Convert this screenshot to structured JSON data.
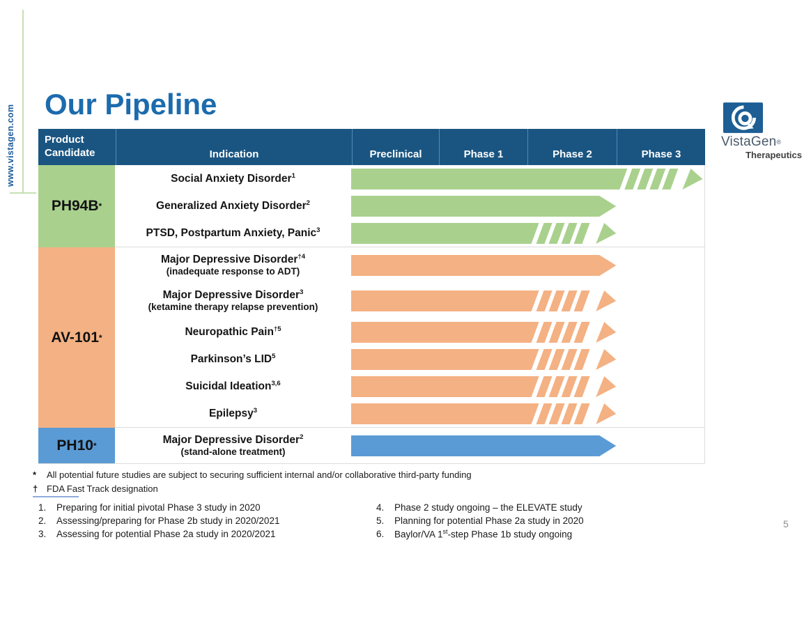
{
  "page": {
    "title": "Our Pipeline",
    "website": "www.vistagen.com",
    "page_number": "5"
  },
  "logo": {
    "name": "VistaGen",
    "registered": "®",
    "tagline": "Therapeutics"
  },
  "colors": {
    "header_bg": "#1A5581",
    "header_divider": "#4E8BBD",
    "title_blue": "#1C6BAD",
    "green": "#A9D18D",
    "orange": "#F4B183",
    "blue": "#5B9BD5",
    "accent_line": "#C5E0B4"
  },
  "table": {
    "header": {
      "candidate_line1": "Product",
      "candidate_line2": "Candidate",
      "indication": "Indication",
      "phases": [
        "Preclinical",
        "Phase 1",
        "Phase 2",
        "Phase 3"
      ]
    },
    "groups": [
      {
        "candidate": "PH94B",
        "sup": "*",
        "color": "#A9D18D",
        "rows": [
          {
            "indication": "Social Anxiety Disorder",
            "sup": "1",
            "subtext": "",
            "solid_end": 0.76,
            "end": 0.995,
            "hatched": true
          },
          {
            "indication": "Generalized Anxiety Disorder",
            "sup": "2",
            "subtext": "",
            "solid_end": 0.75,
            "end": 0.75,
            "hatched": false
          },
          {
            "indication": "PTSD, Postpartum Anxiety, Panic",
            "sup": "3",
            "subtext": "",
            "solid_end": 0.51,
            "end": 0.75,
            "hatched": true
          }
        ]
      },
      {
        "candidate": "AV-101",
        "sup": "*",
        "color": "#F4B183",
        "rows": [
          {
            "indication": "Major Depressive Disorder",
            "sup": "†4",
            "subtext": "(inadequate response to ADT)",
            "solid_end": 0.75,
            "end": 0.75,
            "hatched": false
          },
          {
            "indication": "Major Depressive Disorder",
            "sup": "3",
            "subtext": "(ketamine therapy relapse prevention)",
            "solid_end": 0.51,
            "end": 0.75,
            "hatched": true
          },
          {
            "indication": "Neuropathic Pain",
            "sup": "†5",
            "subtext": "",
            "solid_end": 0.51,
            "end": 0.75,
            "hatched": true
          },
          {
            "indication": "Parkinson’s LID",
            "sup": "5",
            "subtext": "",
            "solid_end": 0.51,
            "end": 0.75,
            "hatched": true
          },
          {
            "indication": "Suicidal Ideation",
            "sup": "3,6",
            "subtext": "",
            "solid_end": 0.51,
            "end": 0.75,
            "hatched": true
          },
          {
            "indication": "Epilepsy",
            "sup": "3",
            "subtext": "",
            "solid_end": 0.51,
            "end": 0.75,
            "hatched": true
          }
        ]
      },
      {
        "candidate": "PH10",
        "sup": "*",
        "color": "#5B9BD5",
        "rows": [
          {
            "indication": "Major Depressive Disorder",
            "sup": "2",
            "subtext": "(stand-alone treatment)",
            "solid_end": 0.75,
            "end": 0.75,
            "hatched": false
          }
        ]
      }
    ]
  },
  "chart_data": {
    "type": "gantt",
    "phases": [
      "Preclinical",
      "Phase 1",
      "Phase 2",
      "Phase 3"
    ],
    "bars": [
      {
        "group": "PH94B",
        "label": "Social Anxiety Disorder",
        "solid_through": "Phase 2",
        "planned_through": "Phase 3"
      },
      {
        "group": "PH94B",
        "label": "Generalized Anxiety Disorder",
        "solid_through": "Phase 2",
        "planned_through": null
      },
      {
        "group": "PH94B",
        "label": "PTSD, Postpartum Anxiety, Panic",
        "solid_through": "Phase 1",
        "planned_through": "Phase 2"
      },
      {
        "group": "AV-101",
        "label": "Major Depressive Disorder (inadequate response to ADT)",
        "solid_through": "Phase 2",
        "planned_through": null
      },
      {
        "group": "AV-101",
        "label": "Major Depressive Disorder (ketamine therapy relapse prevention)",
        "solid_through": "Phase 1",
        "planned_through": "Phase 2"
      },
      {
        "group": "AV-101",
        "label": "Neuropathic Pain",
        "solid_through": "Phase 1",
        "planned_through": "Phase 2"
      },
      {
        "group": "AV-101",
        "label": "Parkinson’s LID",
        "solid_through": "Phase 1",
        "planned_through": "Phase 2"
      },
      {
        "group": "AV-101",
        "label": "Suicidal Ideation",
        "solid_through": "Phase 1",
        "planned_through": "Phase 2"
      },
      {
        "group": "AV-101",
        "label": "Epilepsy",
        "solid_through": "Phase 1",
        "planned_through": "Phase 2"
      },
      {
        "group": "PH10",
        "label": "Major Depressive Disorder (stand-alone treatment)",
        "solid_through": "Phase 2",
        "planned_through": null
      }
    ]
  },
  "footnotes": {
    "symbol_notes": [
      {
        "symbol": "*",
        "text": "All potential future studies are subject to securing sufficient internal and/or collaborative third-party funding"
      },
      {
        "symbol": "†",
        "text": "FDA Fast Track designation"
      }
    ],
    "numbered_left": [
      {
        "num": "1.",
        "text": "Preparing for initial pivotal Phase 3 study in 2020"
      },
      {
        "num": "2.",
        "text": "Assessing/preparing for Phase 2b study in 2020/2021"
      },
      {
        "num": "3.",
        "text": "Assessing for potential Phase 2a study in 2020/2021"
      }
    ],
    "numbered_right": [
      {
        "num": "4.",
        "text": "Phase 2 study ongoing – the ELEVATE study"
      },
      {
        "num": "5.",
        "text": "Planning for potential Phase 2a study in 2020"
      },
      {
        "num": "6.",
        "pre": "Baylor/VA 1",
        "sup": "st",
        "post": "-step Phase 1b study ongoing"
      }
    ]
  }
}
